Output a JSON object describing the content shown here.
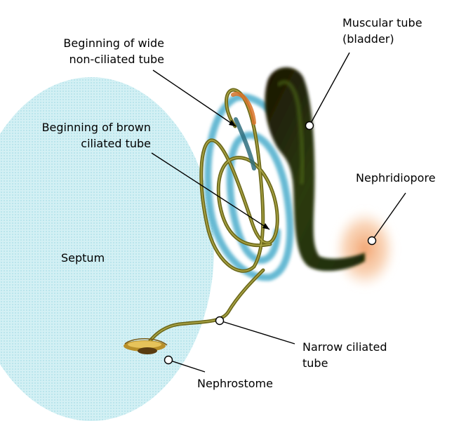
{
  "labels": {
    "septum": "Septum",
    "muscular_line1": "Muscular tube",
    "muscular_line2": "(bladder)",
    "wide_line1": "Beginning of wide",
    "wide_line2": "non-ciliated tube",
    "brown_line1": "Beginning of brown",
    "brown_line2": "ciliated tube",
    "nephridiopore": "Nephridiopore",
    "narrow_line1": "Narrow ciliated",
    "narrow_line2": "tube",
    "nephrostome": "Nephrostome"
  },
  "colors": {
    "septum": "#cdeef2",
    "blue_tube": "#46a8c8",
    "olive_tube": "#6e6a1c",
    "bladder": "#2a2a08",
    "pore_glow": "#f6b98a"
  }
}
